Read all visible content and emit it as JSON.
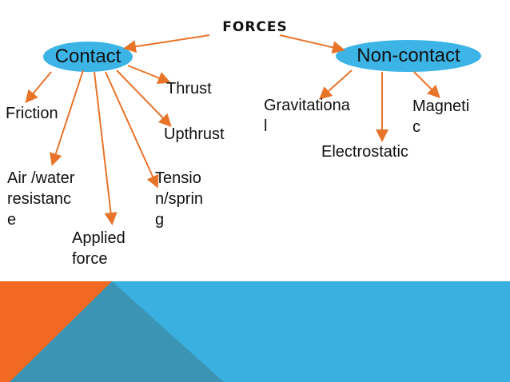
{
  "title": "FORCES",
  "colors": {
    "ellipse_fill": "#3cb4e6",
    "arrow": "#e8742a",
    "banner_blue": "#3ab0e0",
    "banner_orange": "#f26a22",
    "banner_teal": "#3c94b4"
  },
  "nodes": {
    "contact": "Contact",
    "non_contact": "Non-contact"
  },
  "contact_types": {
    "friction": "Friction",
    "thrust": "Thrust",
    "upthrust": "Upthrust",
    "air_water": "Air /water\nresistanc\ne",
    "tension": "Tensio\nn/sprin\ng",
    "applied": "Applied\nforce"
  },
  "non_contact_types": {
    "gravitational": "Gravitationa\nl",
    "magnetic": "Magneti\nc",
    "electrostatic": "Electrostatic"
  }
}
